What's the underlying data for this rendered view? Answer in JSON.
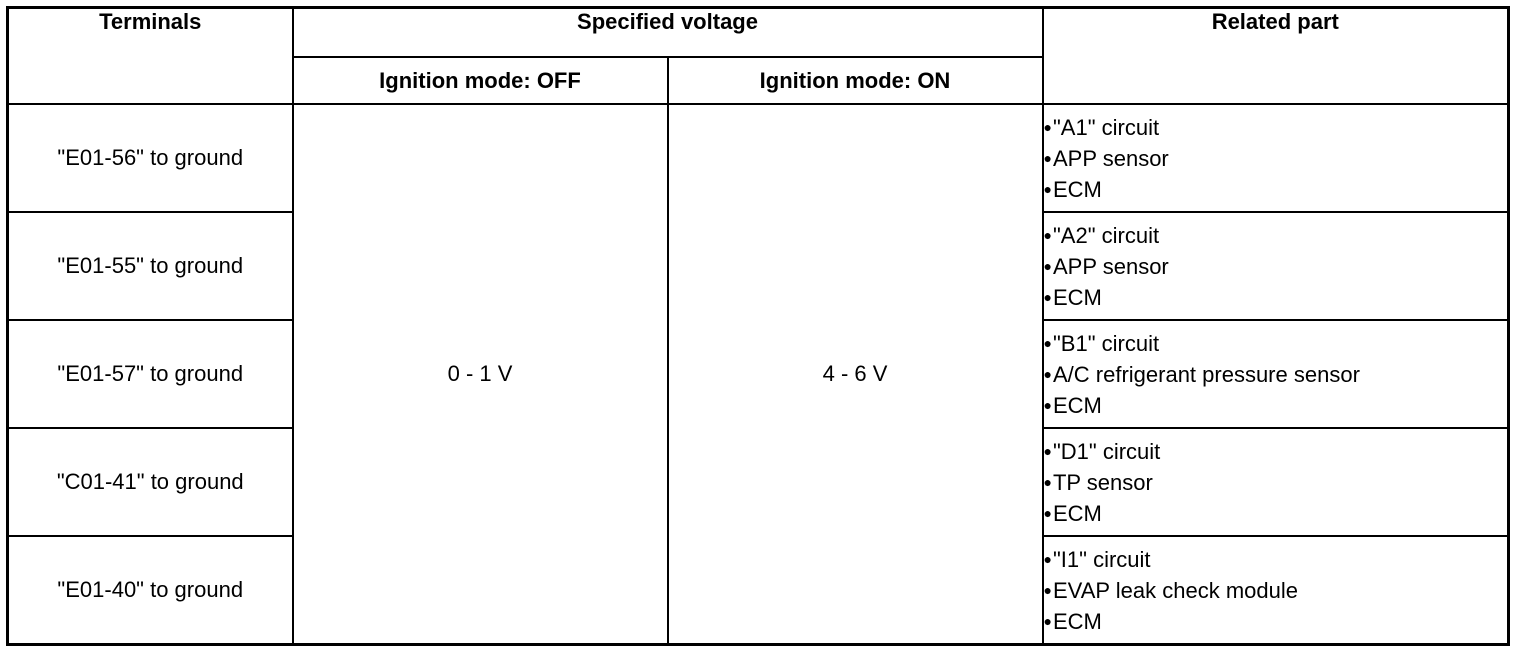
{
  "headers": {
    "terminals": "Terminals",
    "specified_voltage": "Specified voltage",
    "ignition_off": "Ignition mode: OFF",
    "ignition_on": "Ignition mode: ON",
    "related_part": "Related part"
  },
  "voltage": {
    "off": "0 - 1 V",
    "on": "4 - 6 V"
  },
  "rows": [
    {
      "terminal": "\"E01-56\" to ground",
      "parts": [
        "\"A1\" circuit",
        "APP sensor",
        "ECM"
      ]
    },
    {
      "terminal": "\"E01-55\" to ground",
      "parts": [
        "\"A2\" circuit",
        "APP sensor",
        "ECM"
      ]
    },
    {
      "terminal": "\"E01-57\" to ground",
      "parts": [
        "\"B1\" circuit",
        "A/C refrigerant pressure sensor",
        "ECM"
      ]
    },
    {
      "terminal": "\"C01-41\" to ground",
      "parts": [
        "\"D1\" circuit",
        "TP sensor",
        "ECM"
      ]
    },
    {
      "terminal": "\"E01-40\" to ground",
      "parts": [
        "\"I1\" circuit",
        "EVAP leak check module",
        "ECM"
      ]
    }
  ]
}
